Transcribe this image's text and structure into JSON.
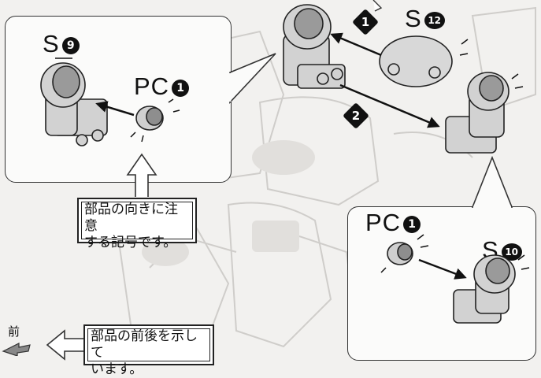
{
  "labels": {
    "s9_text": "S",
    "s9_num": "9",
    "pc1_left_text": "PC",
    "pc1_left_num": "1",
    "s12_text": "S",
    "s12_num": "12",
    "pc1_right_text": "PC",
    "pc1_right_num": "1",
    "s10_text": "S",
    "s10_num": "10",
    "front_label": "前"
  },
  "steps": {
    "step1": "1",
    "step2": "2"
  },
  "callouts": {
    "orientation_note_line1": "部品の向きに注意",
    "orientation_note_line2": "する記号です。",
    "front_back_note_line1": "部品の前後を示して",
    "front_back_note_line2": "います。"
  },
  "icons": [
    "arrow-icon",
    "front-arrow-icon"
  ],
  "colors": {
    "part_fill": "#d2d2d2",
    "line": "#222222",
    "background": "#f2f1ef"
  }
}
